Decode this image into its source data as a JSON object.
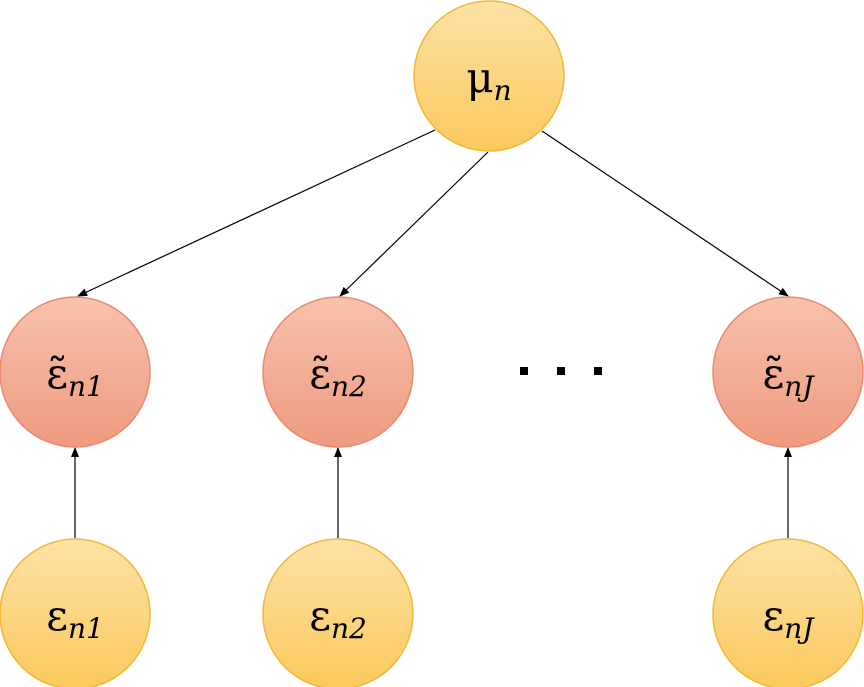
{
  "nodes": {
    "mu": {
      "symbol": "μ",
      "subscript": "n"
    },
    "eps_tilde_1": {
      "symbol": "ε̃",
      "subscript": "n1"
    },
    "eps_tilde_2": {
      "symbol": "ε̃",
      "subscript": "n2"
    },
    "eps_tilde_J": {
      "symbol": "ε̃",
      "subscript": "nJ"
    },
    "eps_1": {
      "symbol": "ε",
      "subscript": "n1"
    },
    "eps_2": {
      "symbol": "ε",
      "subscript": "n2"
    },
    "eps_J": {
      "symbol": "ε",
      "subscript": "nJ"
    }
  },
  "colors": {
    "yellow_top": "#FDE0A0",
    "yellow_bottom": "#FBC85A",
    "yellow_stroke": "#F0B838",
    "red_top": "#F7BFA8",
    "red_bottom": "#EE9A80",
    "red_stroke": "#E98A6E"
  }
}
